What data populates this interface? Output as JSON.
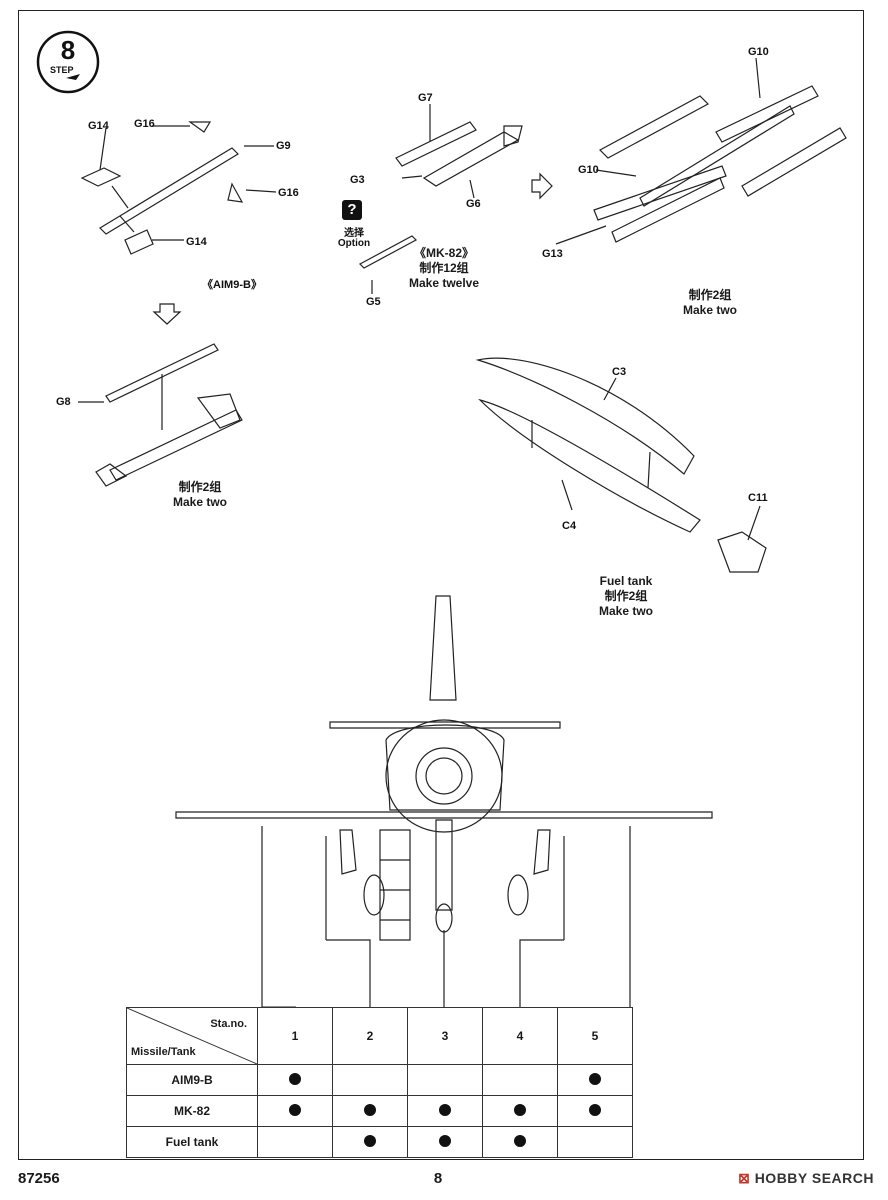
{
  "step": {
    "number": "8",
    "word": "STEP"
  },
  "aim9": {
    "parts": [
      "G14",
      "G16",
      "G9",
      "G16",
      "G14"
    ],
    "title": "《AIM9-B》"
  },
  "mk82": {
    "parts": {
      "g7": "G7",
      "g3": "G3",
      "g6": "G6",
      "g5": "G5"
    },
    "option_icon": "?",
    "option_cn": "选择",
    "option_en": "Option",
    "title": "《MK-82》",
    "qty_cn": "制作12组",
    "qty_en": "Make twelve"
  },
  "rack": {
    "parts": {
      "g10a": "G10",
      "g10b": "G10",
      "g13": "G13"
    },
    "qty_cn": "制作2组",
    "qty_en": "Make two"
  },
  "missile_assy": {
    "parts": {
      "g8": "G8"
    },
    "qty_cn": "制作2组",
    "qty_en": "Make two"
  },
  "fuel_tank": {
    "parts": {
      "c3": "C3",
      "c4": "C4",
      "c11": "C11"
    },
    "name": "Fuel tank",
    "qty_cn": "制作2组",
    "qty_en": "Make two"
  },
  "table": {
    "corner_top": "Sta.no.",
    "corner_bottom": "Missile/Tank",
    "stations": [
      "1",
      "2",
      "3",
      "4",
      "5"
    ],
    "rows": [
      {
        "name": "AIM9-B",
        "marks": [
          true,
          false,
          false,
          false,
          true
        ]
      },
      {
        "name": "MK-82",
        "marks": [
          true,
          true,
          true,
          true,
          true
        ]
      },
      {
        "name": "Fuel tank",
        "marks": [
          false,
          true,
          true,
          true,
          false
        ]
      }
    ]
  },
  "footer": {
    "code": "87256",
    "page": "8",
    "brand_mark": "⊠",
    "brand": "HOBBY SEARCH"
  }
}
